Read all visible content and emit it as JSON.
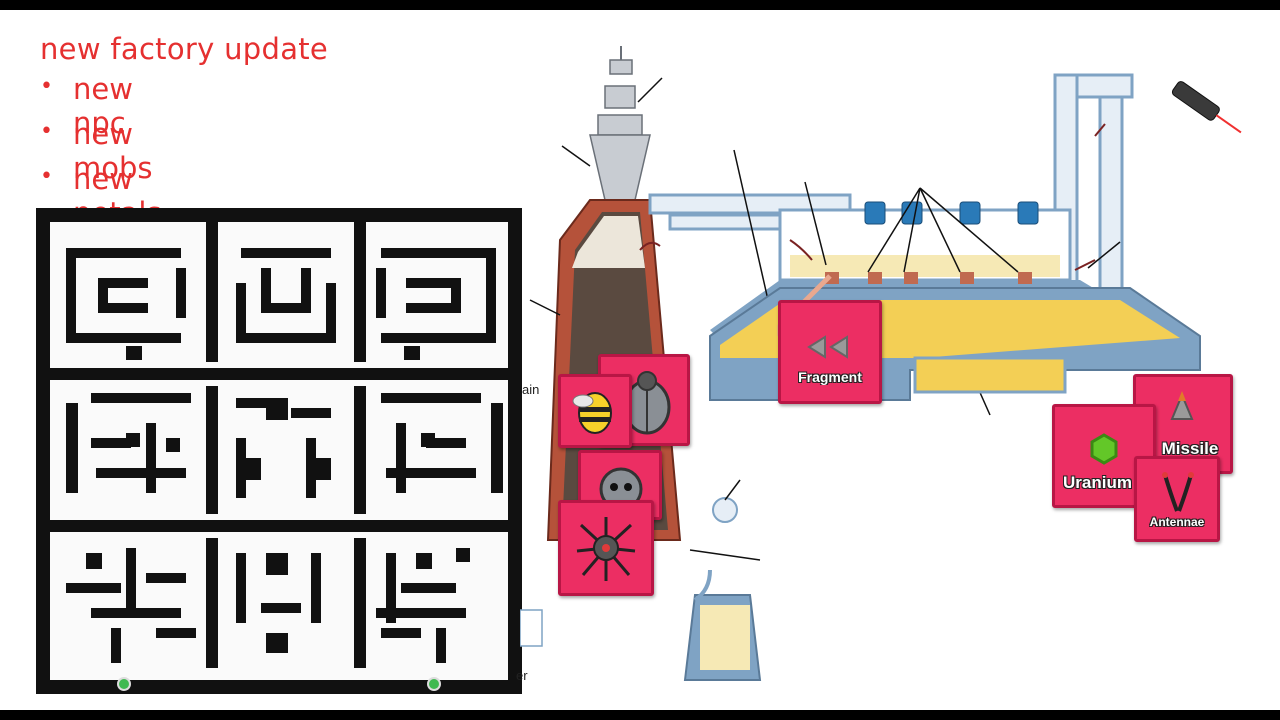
{
  "title": "new factory update",
  "bullets": [
    {
      "marker": "•",
      "text": "new npc"
    },
    {
      "marker": "•",
      "text": "new mobs"
    },
    {
      "marker": "•",
      "text": "new petals"
    }
  ],
  "cards": {
    "fragment": "Fragment",
    "missile": "Missile",
    "uranium": "Uranium",
    "antennae": "Antennae"
  },
  "diagram_fragments": {
    "ain": "ain",
    "er": "er"
  },
  "colors": {
    "heading": "#e53030",
    "card": "#ec2e63",
    "card_border": "#b81645",
    "pipe": "#7fa3c4",
    "brick": "#b5523a",
    "maze_wall": "#111111",
    "material": "#f3cf55"
  }
}
